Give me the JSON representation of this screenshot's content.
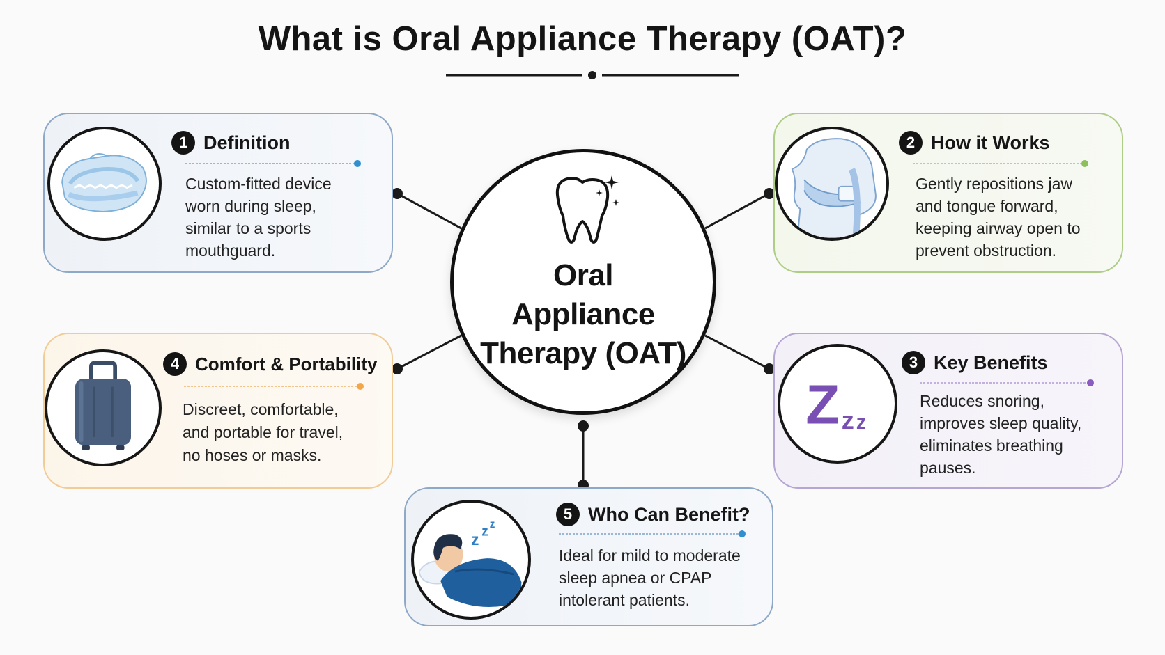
{
  "title": "What is Oral Appliance Therapy (OAT)?",
  "hub": {
    "line1": "Oral",
    "line2": "Appliance",
    "line3": "Therapy (OAT)",
    "icon": "tooth-sparkle-icon"
  },
  "cards": {
    "definition": {
      "number": "1",
      "title": "Definition",
      "text": "Custom-fitted device\nworn during sleep,\nsimilar to a sports\nmouthguard.",
      "icon": "mouthguard-icon",
      "accent": "#2f8fd0"
    },
    "how_it_works": {
      "number": "2",
      "title": "How it Works",
      "text": "Gently repositions jaw\nand tongue forward,\nkeeping airway open to\nprevent obstruction.",
      "icon": "jaw-airway-icon",
      "accent": "#8dc05a"
    },
    "key_benefits": {
      "number": "3",
      "title": "Key Benefits",
      "text": "Reduces snoring,\nimproves sleep quality,\neliminates breathing\npauses.",
      "icon": "zzz-sleep-icon",
      "accent": "#8a5cc0"
    },
    "comfort": {
      "number": "4",
      "title": "Comfort & Portability",
      "text": "Discreet, comfortable,\nand portable for travel,\nno hoses or masks.",
      "icon": "suitcase-icon",
      "accent": "#f2a84a"
    },
    "who": {
      "number": "5",
      "title": "Who Can Benefit?",
      "text": "Ideal for mild to moderate\nsleep apnea or CPAP\nintolerant patients.",
      "icon": "sleeping-person-icon",
      "accent": "#2f8fd0"
    }
  }
}
